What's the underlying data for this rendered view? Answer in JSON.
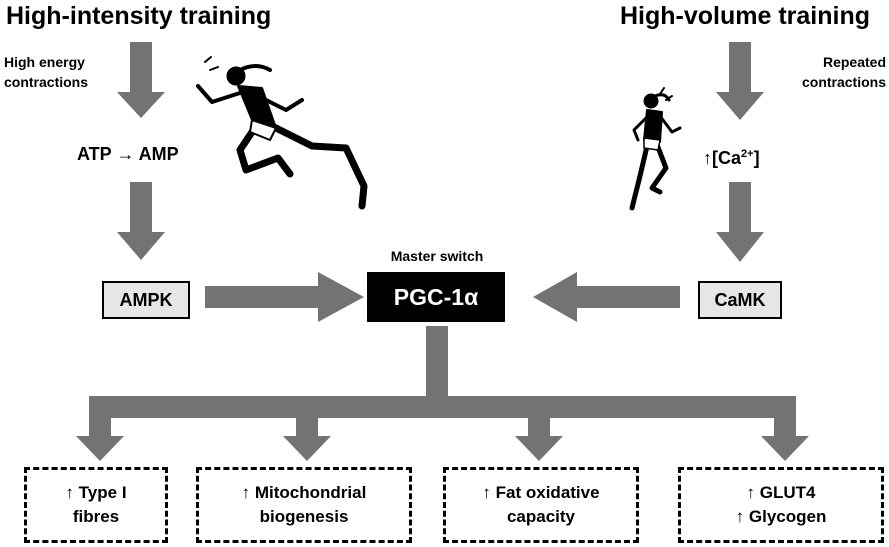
{
  "titles": {
    "left": "High-intensity training",
    "right": "High-volume training"
  },
  "left": {
    "trigger_line1": "High energy",
    "trigger_line2": "contractions",
    "metabolite": "ATP → AMP",
    "kinase": "AMPK",
    "runner_icon": "sprinting-runner-silhouette"
  },
  "right": {
    "trigger_line1": "Repeated",
    "trigger_line2": "contractions",
    "calcium_prefix": "↑[Ca",
    "calcium_superscript": "2+",
    "calcium_suffix": "]",
    "kinase": "CaMK",
    "runner_icon": "jogging-runner-silhouette"
  },
  "center": {
    "caption": "Master switch",
    "node": "PGC-1α"
  },
  "outcomes": [
    {
      "line1": "↑ Type I",
      "line2": "fibres"
    },
    {
      "line1": "↑ Mitochondrial",
      "line2": "biogenesis"
    },
    {
      "line1": "↑ Fat oxidative",
      "line2": "capacity"
    },
    {
      "line1": "↑ GLUT4",
      "line2": "↑ Glycogen"
    }
  ],
  "colors": {
    "arrow": "#737373",
    "kinase_box_fill": "#e6e6e6",
    "master_fill": "#000000",
    "master_text": "#ffffff",
    "border": "#000000"
  }
}
